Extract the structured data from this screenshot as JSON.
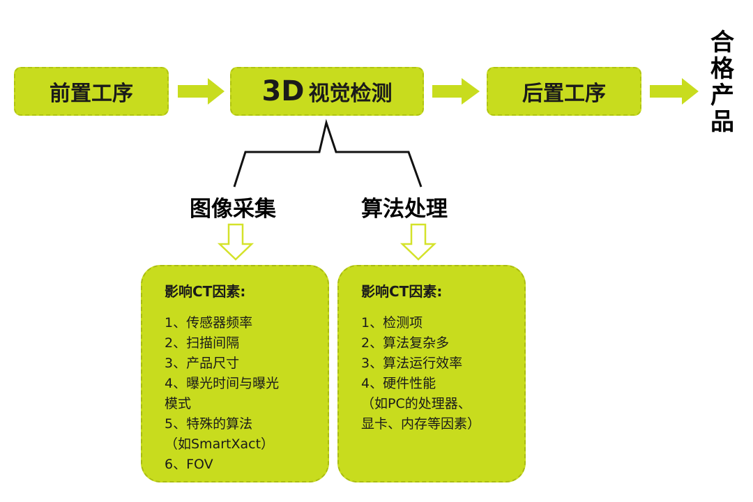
{
  "flow": {
    "step1": "前置工序",
    "step2_bold": "3D",
    "step2_rest": "视觉检测",
    "step3": "后置工序",
    "result_chars": [
      "合",
      "格",
      "产",
      "品"
    ]
  },
  "branches": {
    "left_title": "图像采集",
    "right_title": "算法处理"
  },
  "left_box": {
    "heading": "影响CT因素:",
    "lines": [
      "1、传感器频率",
      "2、扫描间隔",
      "3、产品尺寸",
      "4、曝光时间与曝光",
      "模式",
      "5、特殊的算法",
      "（如SmartXact）",
      "6、FOV"
    ]
  },
  "right_box": {
    "heading": "影响CT因素:",
    "lines": [
      "1、检测项",
      "2、算法复杂多",
      "3、算法运行效率",
      "4、硬件性能",
      "（如PC的处理器、",
      "显卡、内存等因素）"
    ]
  },
  "colors": {
    "accent": "#c8dc1e",
    "arrow": "#c8dc1e",
    "outline_arrow": "#d4e22a",
    "text": "#111111"
  }
}
